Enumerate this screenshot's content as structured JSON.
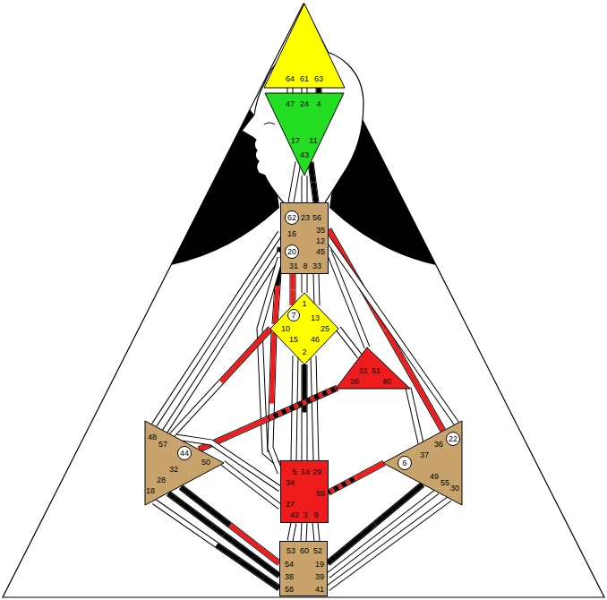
{
  "diagram": {
    "nodes": [
      {
        "text": [
          "64",
          "61",
          "63"
        ]
      },
      {
        "text": [
          "47",
          "24",
          "4",
          "17",
          "11",
          "43"
        ]
      },
      {
        "text": [
          "23",
          "56",
          "35",
          "16",
          "12",
          "45",
          "31",
          "8",
          "33"
        ]
      },
      {
        "text": [
          "62"
        ],
        "in": 2
      },
      {
        "text": [
          "20"
        ],
        "in": 2
      },
      {
        "text": [
          "1",
          "13",
          "10",
          "25",
          "15",
          "46",
          "2"
        ]
      },
      {
        "text": [
          "7"
        ],
        "in": 5
      },
      {
        "text": [
          "21",
          "51",
          "26",
          "40"
        ]
      },
      {
        "text": [
          "48",
          "57",
          "50",
          "32",
          "28",
          "18"
        ]
      },
      {
        "text": [
          "44"
        ],
        "in": 8
      },
      {
        "text": [
          "36",
          "37",
          "49",
          "55",
          "30"
        ]
      },
      {
        "text": [
          "22"
        ],
        "in": 10
      },
      {
        "text": [
          "6"
        ],
        "in": 10
      },
      {
        "text": [
          "5",
          "14",
          "29",
          "34",
          "59",
          "27",
          "42",
          "3",
          "9"
        ]
      },
      {
        "text": [
          "53",
          "60",
          "52",
          "54",
          "19",
          "38",
          "39",
          "58",
          "41"
        ]
      }
    ],
    "edges": [
      {
        "from": 0,
        "to": 1,
        "arrow": "none"
      },
      {
        "from": 0,
        "to": 1,
        "arrow": "none"
      },
      {
        "from": 0,
        "to": 1,
        "arrow": "none"
      },
      {
        "from": 1,
        "to": 2,
        "arrow": "none"
      },
      {
        "from": 1,
        "to": 2,
        "arrow": "none"
      },
      {
        "from": 1,
        "to": 2,
        "arrow": "none"
      },
      {
        "from": 2,
        "to": 5,
        "arrow": "none"
      },
      {
        "from": 2,
        "to": 5,
        "arrow": "none"
      },
      {
        "from": 2,
        "to": 5,
        "arrow": "none"
      },
      {
        "from": 2,
        "to": 5,
        "arrow": "none"
      },
      {
        "from": 2,
        "to": 7,
        "arrow": "none"
      },
      {
        "from": 2,
        "to": 8,
        "arrow": "none"
      },
      {
        "from": 2,
        "to": 8,
        "arrow": "none"
      },
      {
        "from": 2,
        "to": 10,
        "arrow": "none"
      },
      {
        "from": 2,
        "to": 10,
        "arrow": "none"
      },
      {
        "from": 2,
        "to": 13,
        "arrow": "none"
      },
      {
        "from": 5,
        "to": 7,
        "arrow": "none"
      },
      {
        "from": 5,
        "to": 8,
        "arrow": "none"
      },
      {
        "from": 5,
        "to": 13,
        "arrow": "none"
      },
      {
        "from": 5,
        "to": 13,
        "arrow": "none"
      },
      {
        "from": 5,
        "to": 13,
        "arrow": "none"
      },
      {
        "from": 5,
        "to": 13,
        "arrow": "none"
      },
      {
        "from": 7,
        "to": 8,
        "arrow": "none"
      },
      {
        "from": 7,
        "to": 10,
        "arrow": "none"
      },
      {
        "from": 8,
        "to": 13,
        "arrow": "none"
      },
      {
        "from": 8,
        "to": 13,
        "arrow": "none"
      },
      {
        "from": 8,
        "to": 14,
        "arrow": "none"
      },
      {
        "from": 8,
        "to": 14,
        "arrow": "none"
      },
      {
        "from": 8,
        "to": 14,
        "arrow": "none"
      },
      {
        "from": 10,
        "to": 13,
        "arrow": "none"
      },
      {
        "from": 10,
        "to": 14,
        "arrow": "none"
      },
      {
        "from": 10,
        "to": 14,
        "arrow": "none"
      },
      {
        "from": 10,
        "to": 14,
        "arrow": "none"
      },
      {
        "from": 13,
        "to": 14,
        "arrow": "none"
      },
      {
        "from": 13,
        "to": 14,
        "arrow": "none"
      },
      {
        "from": 13,
        "to": 14,
        "arrow": "none"
      }
    ]
  }
}
